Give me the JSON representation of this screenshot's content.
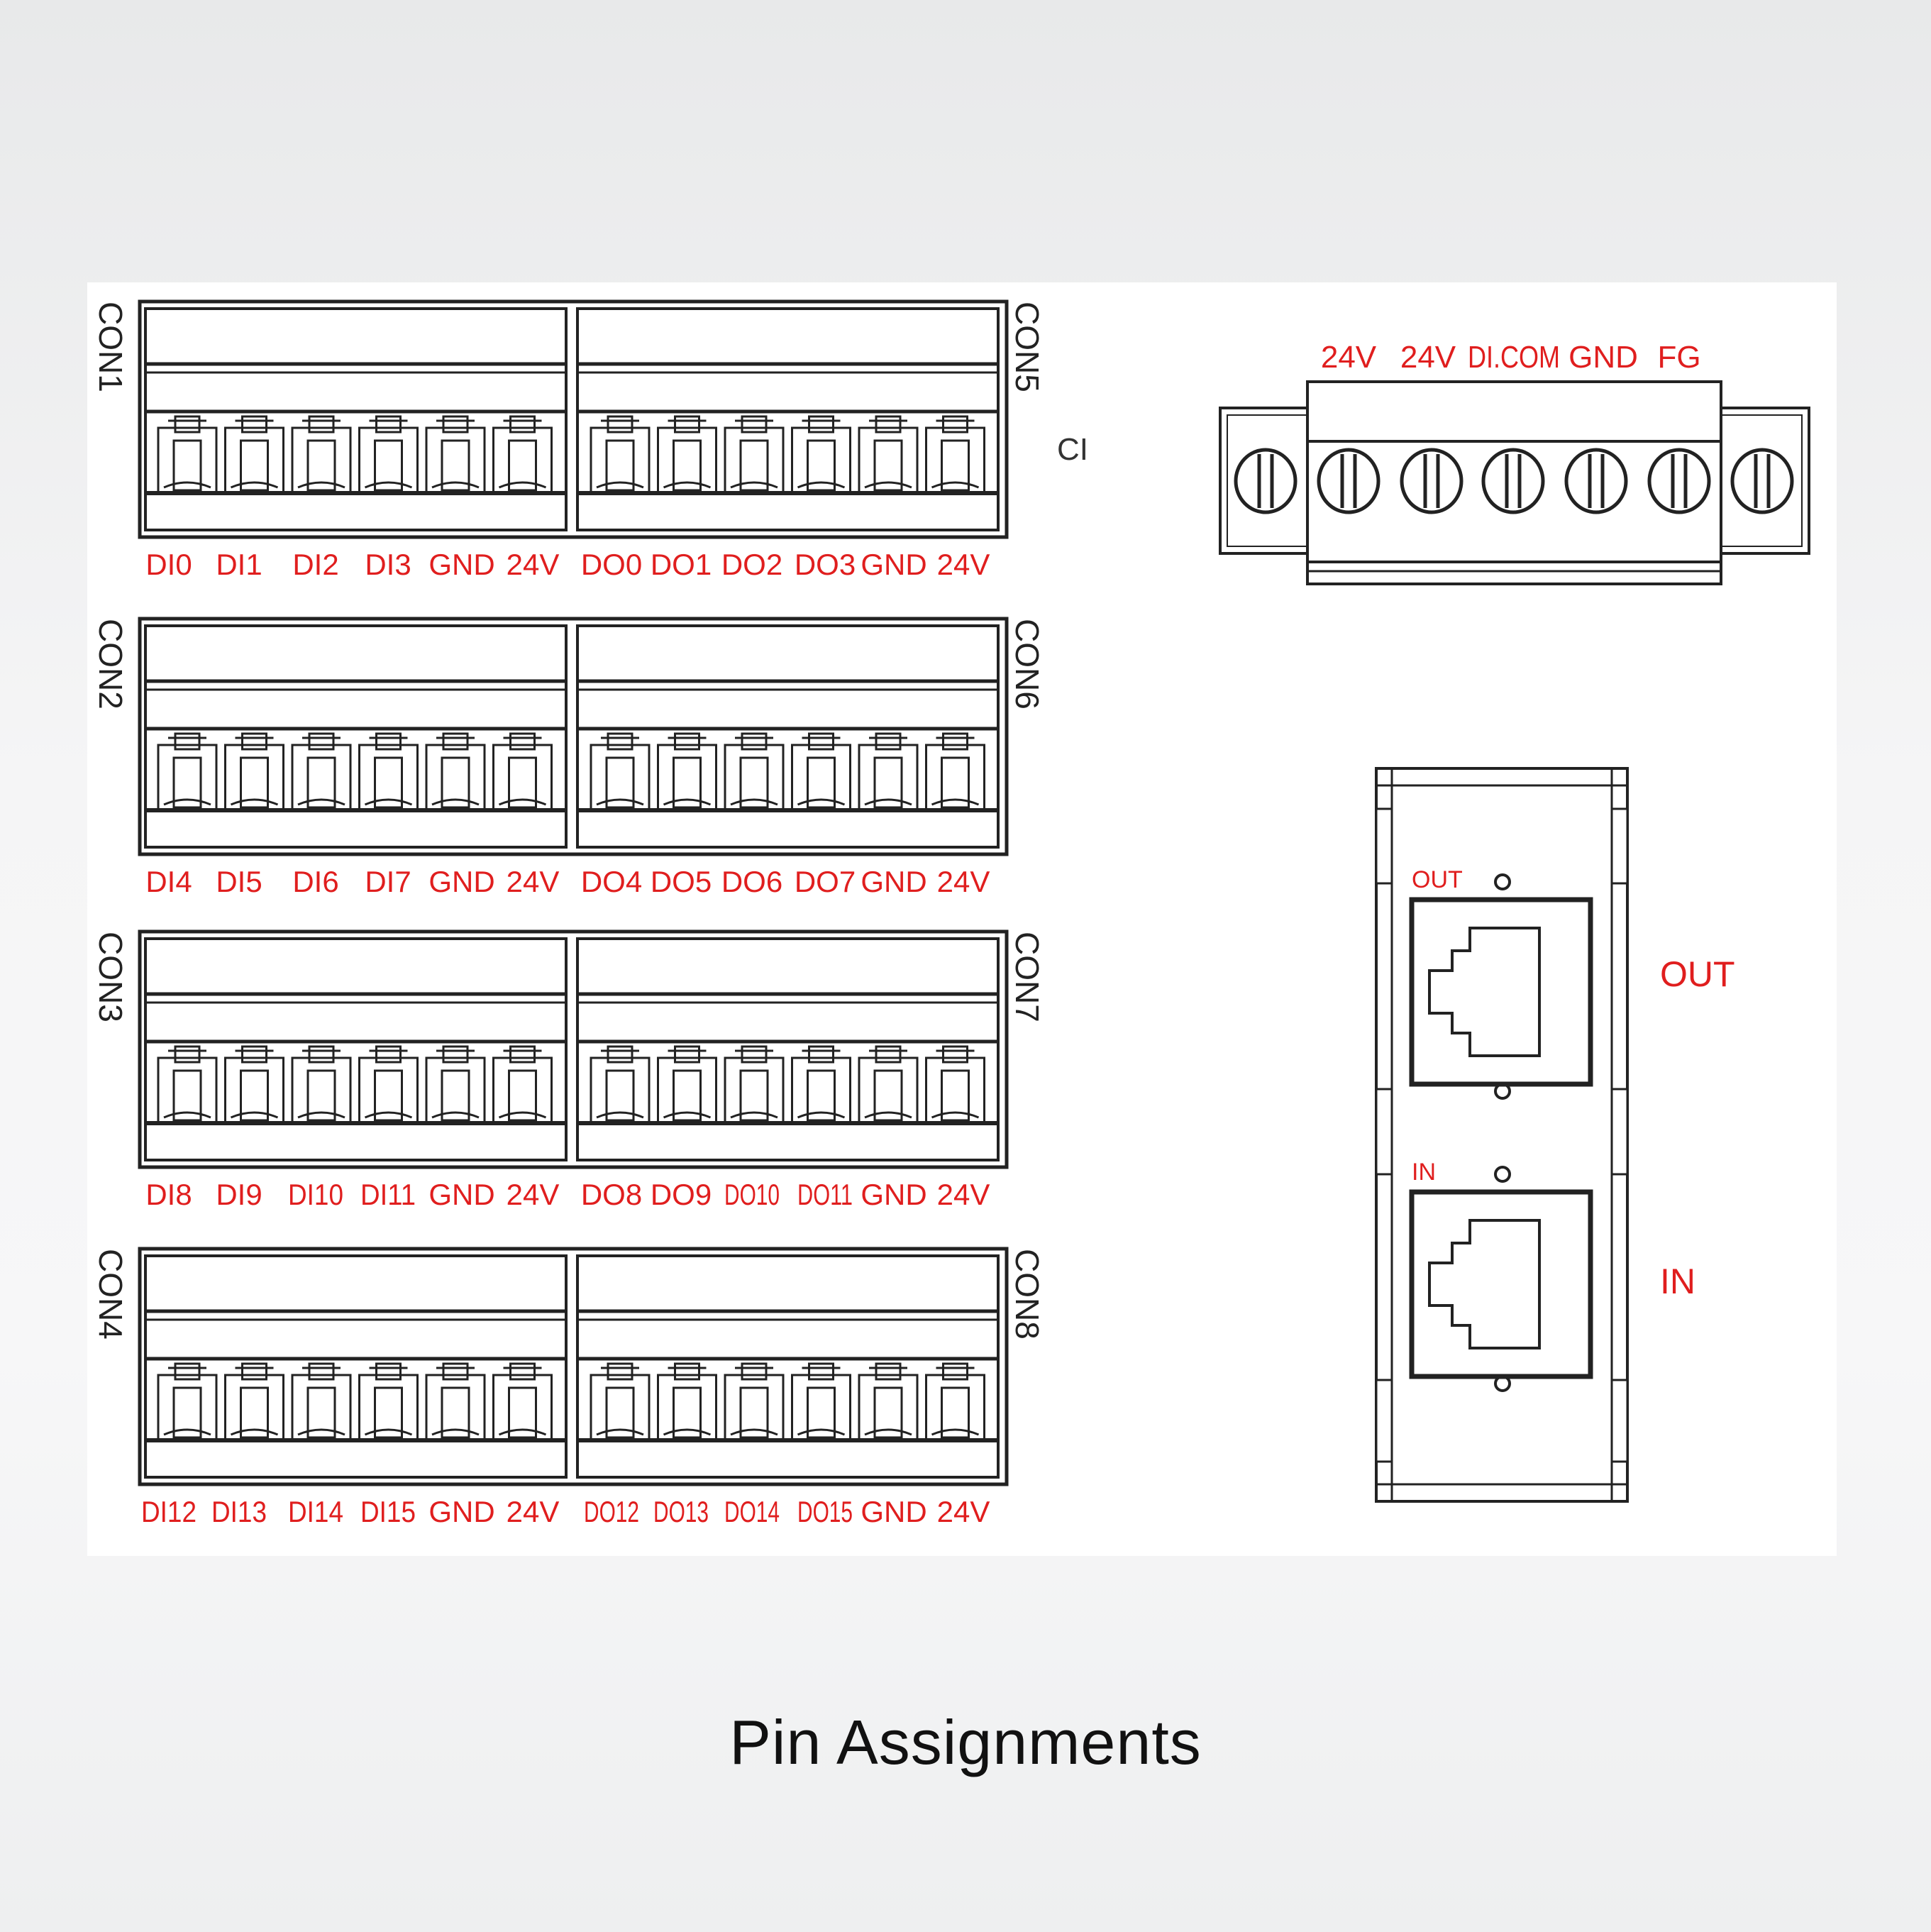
{
  "caption": "Pin Assignments",
  "colors": {
    "label": "#e01e1e",
    "line": "#222222",
    "background": "#ffffff"
  },
  "io_connectors": [
    {
      "left_name": "CON1",
      "right_name": "CON5",
      "left_pins": [
        "DI0",
        "DI1",
        "DI2",
        "DI3",
        "GND",
        "24V"
      ],
      "right_pins": [
        "DO0",
        "DO1",
        "DO2",
        "DO3",
        "GND",
        "24V"
      ]
    },
    {
      "left_name": "CON2",
      "right_name": "CON6",
      "left_pins": [
        "DI4",
        "DI5",
        "DI6",
        "DI7",
        "GND",
        "24V"
      ],
      "right_pins": [
        "DO4",
        "DO5",
        "DO6",
        "DO7",
        "GND",
        "24V"
      ]
    },
    {
      "left_name": "CON3",
      "right_name": "CON7",
      "left_pins": [
        "DI8",
        "DI9",
        "DI10",
        "DI11",
        "GND",
        "24V"
      ],
      "right_pins": [
        "DO8",
        "DO9",
        "DO10",
        "DO11",
        "GND",
        "24V"
      ]
    },
    {
      "left_name": "CON4",
      "right_name": "CON8",
      "left_pins": [
        "DI12",
        "DI13",
        "DI14",
        "DI15",
        "GND",
        "24V"
      ],
      "right_pins": [
        "DO12",
        "DO13",
        "DO14",
        "DO15",
        "GND",
        "24V"
      ]
    }
  ],
  "stray_label": "CI",
  "power_connector": {
    "pins": [
      "24V",
      "24V",
      "DI.COM",
      "GND",
      "FG"
    ]
  },
  "ethernet": {
    "small_out": "OUT",
    "small_in": "IN",
    "out_label": "OUT",
    "in_label": "IN"
  }
}
